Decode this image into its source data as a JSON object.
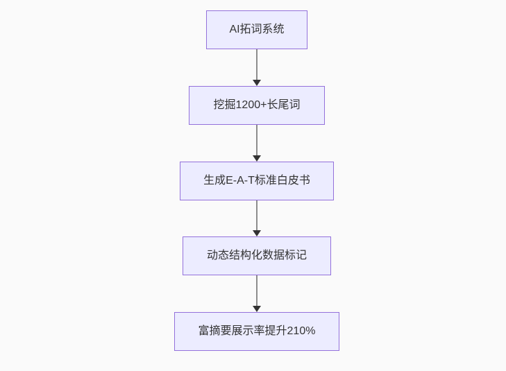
{
  "diagram": {
    "type": "flowchart",
    "direction": "top-to-bottom",
    "nodes": [
      {
        "label": "AI拓词系统"
      },
      {
        "label": "挖掘1200+长尾词"
      },
      {
        "label": "生成E-A-T标准白皮书"
      },
      {
        "label": "动态结构化数据标记"
      },
      {
        "label": "富摘要展示率提升210%"
      }
    ],
    "edges": [
      {
        "from": 0,
        "to": 1,
        "arrow": "down"
      },
      {
        "from": 1,
        "to": 2,
        "arrow": "down"
      },
      {
        "from": 2,
        "to": 3,
        "arrow": "down"
      },
      {
        "from": 3,
        "to": 4,
        "arrow": "down"
      }
    ],
    "colors": {
      "background": "#fafafa",
      "node_fill": "#ececff",
      "node_border": "#9370db",
      "edge_line": "#8c8c8c",
      "arrowhead": "#333333",
      "text": "#333333"
    }
  }
}
